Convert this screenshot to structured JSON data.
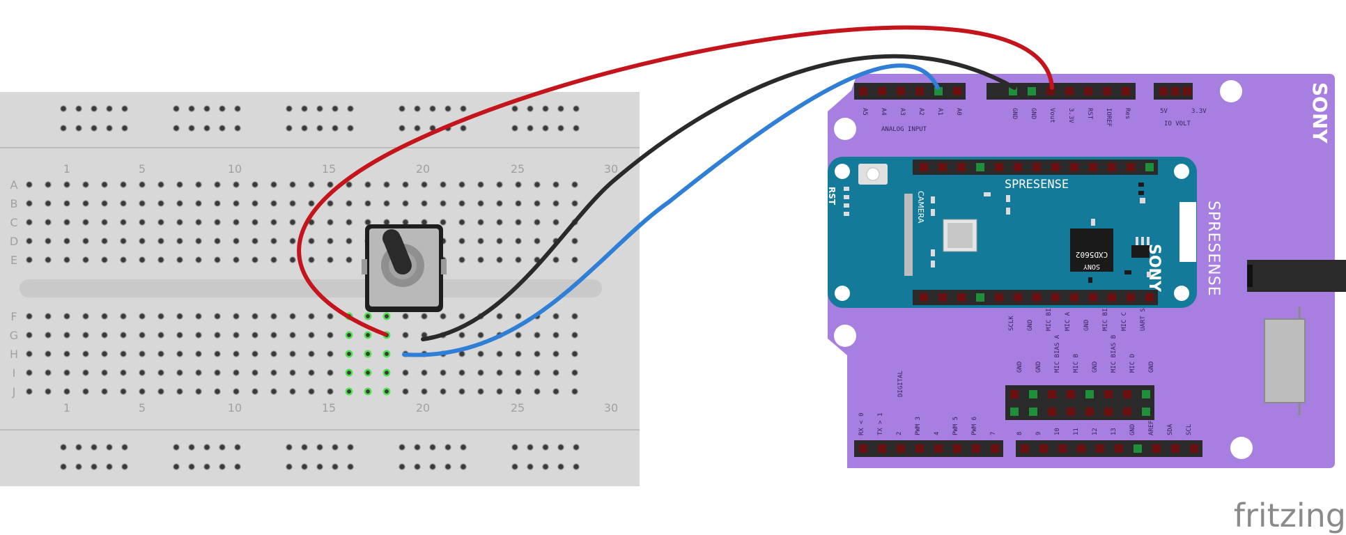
{
  "breadboard": {
    "column_numbers": [
      "1",
      "5",
      "10",
      "15",
      "20",
      "25",
      "30"
    ],
    "row_letters_top": [
      "A",
      "B",
      "C",
      "D",
      "E"
    ],
    "row_letters_bottom": [
      "F",
      "G",
      "H",
      "I",
      "J"
    ]
  },
  "board": {
    "brand_main": "SONY",
    "brand_side": "SPRESENSE",
    "sub_brand": "SPRESENSE",
    "sub_logo": "SONY",
    "chip_top": "CXD5602",
    "chip_bottom": "SONY",
    "camera_label": "CAMERA",
    "rst_label": "RST",
    "analog_pins": [
      "A5",
      "A4",
      "A3",
      "A2",
      "A1",
      "A0"
    ],
    "analog_title": "ANALOG INPUT",
    "power_pins": [
      "GND",
      "GND",
      "Vout",
      "3.3V",
      "RST",
      "IOREF",
      "Res"
    ],
    "io_volt_labels": [
      "5V",
      "3.3V"
    ],
    "io_volt_title": "IO VOLT",
    "digital_title": "DIGITAL",
    "digital_pins": [
      "RX < 0",
      "TX > 1",
      "2",
      "PWM 3",
      "4",
      "PWM 5",
      "PWM 6",
      "7"
    ],
    "digital_pins2": [
      "8",
      "9",
      "10",
      "11",
      "12",
      "13",
      "GND",
      "AREF",
      "SDA",
      "SCL"
    ],
    "misc_top": [
      "SCLK",
      "GND",
      "MIC BIAS A",
      "MIC A",
      "GND",
      "MIC BIAS B",
      "MIC C",
      "UART SEL"
    ],
    "misc_bottom": [
      "GND",
      "GND",
      "MIC BIAS A",
      "MIC B",
      "GND",
      "MIC BIAS B",
      "MIC D",
      "GND"
    ]
  },
  "footer": {
    "logo": "fritzing"
  },
  "colors": {
    "wire_red": "#c4151c",
    "wire_black": "#2a2a2a",
    "wire_blue": "#2f7fd6",
    "board_purple": "#a67fe0",
    "module_teal": "#137a9a",
    "breadboard": "#d9d9d9"
  }
}
